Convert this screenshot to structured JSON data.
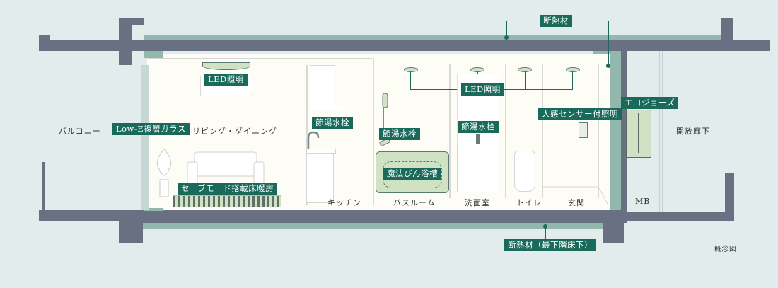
{
  "diagram": {
    "type": "cross-section",
    "caption": "概念図",
    "rooms": [
      {
        "id": "balcony",
        "label": "バルコニー"
      },
      {
        "id": "living",
        "label": "リビング・ダイニング"
      },
      {
        "id": "kitchen",
        "label": "キッチン"
      },
      {
        "id": "bathroom",
        "label": "バスルーム"
      },
      {
        "id": "washroom",
        "label": "洗面室"
      },
      {
        "id": "toilet",
        "label": "トイレ"
      },
      {
        "id": "entrance",
        "label": "玄関"
      },
      {
        "id": "mb",
        "label": "MB"
      },
      {
        "id": "corridor",
        "label": "開放廊下"
      }
    ],
    "tags": {
      "insulation_top": "断熱材",
      "insulation_bottom": "断熱材（最下階床下）",
      "led_living": "LED照明",
      "led_ceiling": "LED照明",
      "low_e_glass": "Low-E複層ガラス",
      "floor_heating": "セーブモード搭載床暖房",
      "faucet_kitchen": "節湯水栓",
      "faucet_bath": "節湯水栓",
      "faucet_wash": "節湯水栓",
      "thermos_bath": "魔法びん浴槽",
      "sensor_light": "人感センサー付照明",
      "ecojozu": "エコジョーズ"
    },
    "colors": {
      "background": "#e2ecec",
      "concrete": "#687081",
      "insulation": "#92b8ad",
      "interior": "#fdfdf6",
      "tag": "#1a6a5c",
      "equipment": "#cfe3c4"
    }
  }
}
